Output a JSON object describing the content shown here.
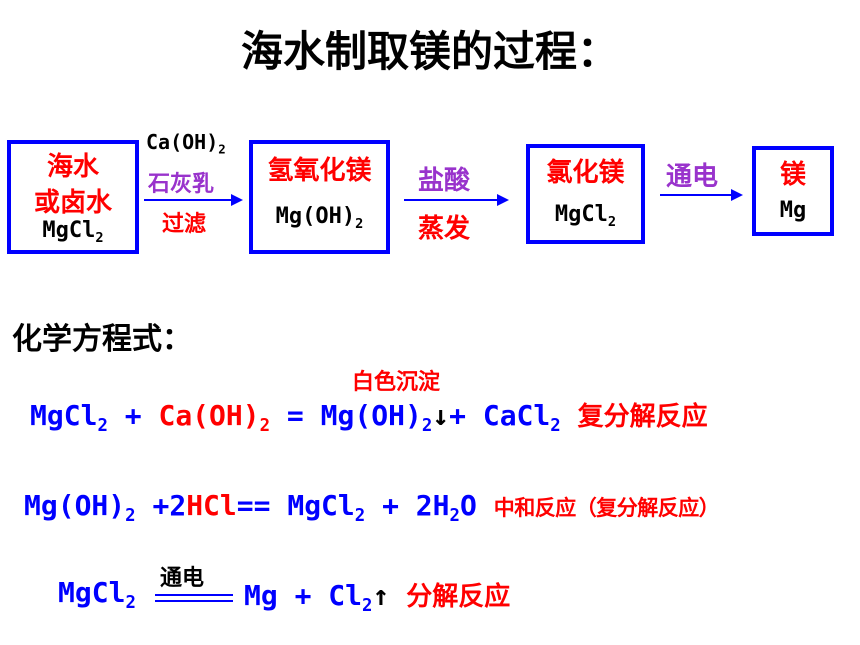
{
  "title": "海水制取镁的过程：",
  "flow": {
    "box1": {
      "line1": "海水",
      "line2": "或卤水",
      "formula": "MgCl",
      "formula_sub": "2"
    },
    "arrow1": {
      "reagent": "Ca(OH)",
      "reagent_sub": "2",
      "label": "石灰乳",
      "process": "过滤"
    },
    "box2": {
      "name": "氢氧化镁",
      "formula": "Mg(OH)",
      "formula_sub": "2"
    },
    "arrow2": {
      "label": "盐酸",
      "process": "蒸发"
    },
    "box3": {
      "name": "氯化镁",
      "formula": "MgCl",
      "formula_sub": "2"
    },
    "arrow3": {
      "label": "通电"
    },
    "box4": {
      "name": "镁",
      "formula": "Mg"
    }
  },
  "equations_heading": "化学方程式：",
  "eq1": {
    "note": "白色沉淀",
    "r1": "MgCl",
    "r1_sub": "2",
    "plus1": " + ",
    "r2": "Ca(OH)",
    "r2_sub": "2",
    "eq": " = ",
    "p1": "Mg(OH)",
    "p1_sub": "2",
    "down": "↓",
    "plus2": "+ ",
    "p2": "CaCl",
    "p2_sub": "2",
    "type": "复分解反应"
  },
  "eq2": {
    "r1": "Mg(OH)",
    "r1_sub": "2",
    "plus1": " +2",
    "r2": "HCl",
    "eq": "== ",
    "p1": "MgCl",
    "p1_sub": "2",
    "plus2": " + 2H",
    "p2_sub": "2",
    "p2_tail": "O",
    "type": "中和反应（复分解反应）"
  },
  "eq3": {
    "r1": "MgCl",
    "r1_sub": "2",
    "condition": "通电",
    "p1": "Mg",
    "plus": " + ",
    "p2": "Cl",
    "p2_sub": "2",
    "up": "↑",
    "type": "分解反应"
  },
  "colors": {
    "blue": "#0000ff",
    "red": "#ff0000",
    "purple": "#9933cc",
    "black": "#000000"
  }
}
